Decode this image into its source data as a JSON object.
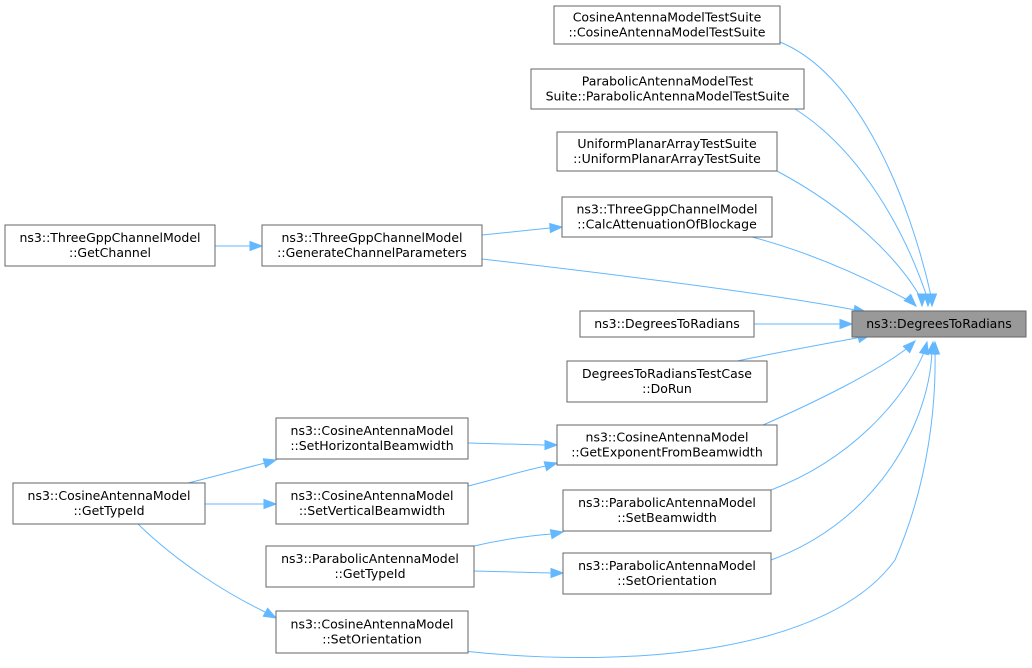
{
  "diagram": {
    "nodes": [
      {
        "id": "target",
        "lines": [
          "ns3::DegreesToRadians"
        ],
        "highlight": true
      },
      {
        "id": "cosine_suite",
        "lines": [
          "CosineAntennaModelTestSuite",
          "::CosineAntennaModelTestSuite"
        ]
      },
      {
        "id": "parabolic_suite",
        "lines": [
          "ParabolicAntennaModelTest",
          "Suite::ParabolicAntennaModelTestSuite"
        ]
      },
      {
        "id": "upa_suite",
        "lines": [
          "UniformPlanarArrayTestSuite",
          "::UniformPlanarArrayTestSuite"
        ]
      },
      {
        "id": "calc_blockage",
        "lines": [
          "ns3::ThreeGppChannelModel",
          "::CalcAttenuationOfBlockage"
        ]
      },
      {
        "id": "get_channel",
        "lines": [
          "ns3::ThreeGppChannelModel",
          "::GetChannel"
        ]
      },
      {
        "id": "gen_params",
        "lines": [
          "ns3::ThreeGppChannelModel",
          "::GenerateChannelParameters"
        ]
      },
      {
        "id": "deg2rad_overload",
        "lines": [
          "ns3::DegreesToRadians"
        ]
      },
      {
        "id": "deg2rad_testcase",
        "lines": [
          "DegreesToRadiansTestCase",
          "::DoRun"
        ]
      },
      {
        "id": "cos_set_hbw",
        "lines": [
          "ns3::CosineAntennaModel",
          "::SetHorizontalBeamwidth"
        ]
      },
      {
        "id": "cos_get_exp",
        "lines": [
          "ns3::CosineAntennaModel",
          "::GetExponentFromBeamwidth"
        ]
      },
      {
        "id": "cos_get_typeid",
        "lines": [
          "ns3::CosineAntennaModel",
          "::GetTypeId"
        ]
      },
      {
        "id": "cos_set_vbw",
        "lines": [
          "ns3::CosineAntennaModel",
          "::SetVerticalBeamwidth"
        ]
      },
      {
        "id": "par_set_bw",
        "lines": [
          "ns3::ParabolicAntennaModel",
          "::SetBeamwidth"
        ]
      },
      {
        "id": "par_get_typeid",
        "lines": [
          "ns3::ParabolicAntennaModel",
          "::GetTypeId"
        ]
      },
      {
        "id": "par_set_orient",
        "lines": [
          "ns3::ParabolicAntennaModel",
          "::SetOrientation"
        ]
      },
      {
        "id": "cos_set_orient",
        "lines": [
          "ns3::CosineAntennaModel",
          "::SetOrientation"
        ]
      }
    ],
    "edges": [
      {
        "from": "cosine_suite",
        "to": "target"
      },
      {
        "from": "parabolic_suite",
        "to": "target"
      },
      {
        "from": "upa_suite",
        "to": "target"
      },
      {
        "from": "calc_blockage",
        "to": "target"
      },
      {
        "from": "gen_params",
        "to": "target"
      },
      {
        "from": "deg2rad_overload",
        "to": "target"
      },
      {
        "from": "deg2rad_testcase",
        "to": "target"
      },
      {
        "from": "cos_get_exp",
        "to": "target"
      },
      {
        "from": "par_set_bw",
        "to": "target"
      },
      {
        "from": "par_set_orient",
        "to": "target"
      },
      {
        "from": "cos_set_orient",
        "to": "target"
      },
      {
        "from": "get_channel",
        "to": "gen_params"
      },
      {
        "from": "gen_params",
        "to": "calc_blockage"
      },
      {
        "from": "cos_set_hbw",
        "to": "cos_get_exp"
      },
      {
        "from": "cos_set_vbw",
        "to": "cos_get_exp"
      },
      {
        "from": "cos_get_typeid",
        "to": "cos_set_hbw"
      },
      {
        "from": "cos_get_typeid",
        "to": "cos_set_vbw"
      },
      {
        "from": "cos_get_typeid",
        "to": "cos_set_orient"
      },
      {
        "from": "par_get_typeid",
        "to": "par_set_bw"
      },
      {
        "from": "par_get_typeid",
        "to": "par_set_orient"
      }
    ],
    "colors": {
      "edge": "#63b8ff",
      "border": "#666666",
      "highlight_fill": "#999999"
    }
  }
}
